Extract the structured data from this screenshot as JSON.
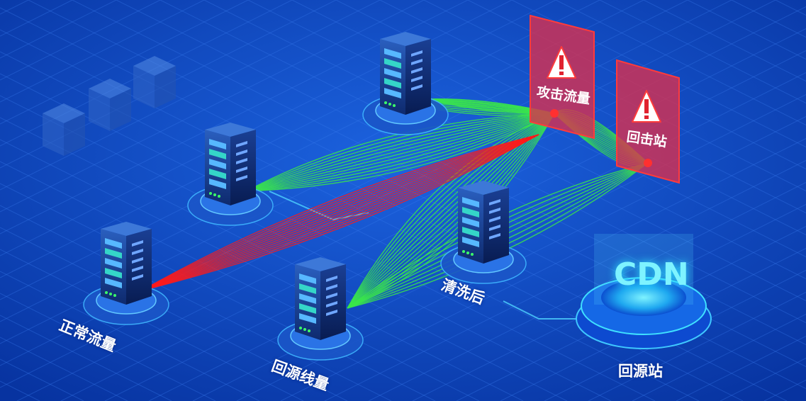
{
  "labels": {
    "normal_traffic": "正常流量",
    "origin_traffic": "回源线量",
    "after_cleaning": "清洗后",
    "origin_site": "回源站",
    "cdn": "CDN",
    "attack_traffic": "攻击流量",
    "counter_site": "回击站"
  },
  "colors": {
    "background": "#0a3fb8",
    "normal_line": "#39e64a",
    "attack_line": "#ff1a1a",
    "alert_panel": "#d9304f",
    "cdn_glow": "#2ee6ff"
  }
}
